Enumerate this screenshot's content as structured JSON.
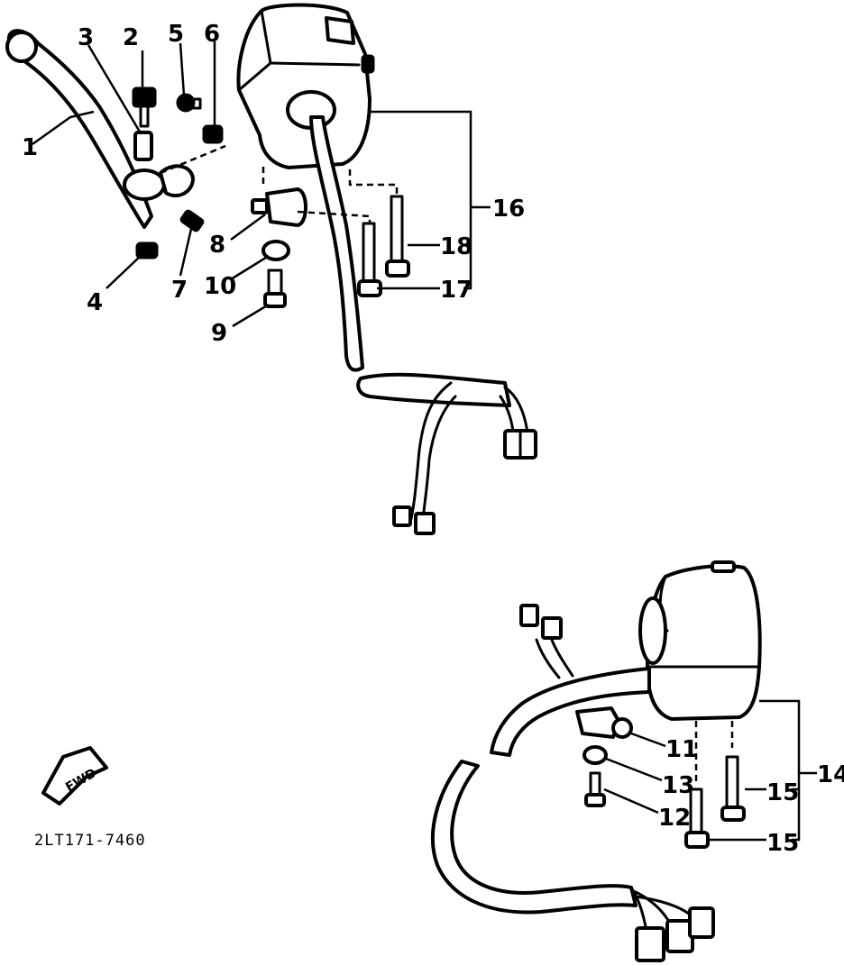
{
  "callouts": {
    "c1": "1",
    "c2": "2",
    "c3": "3",
    "c4": "4",
    "c5": "5",
    "c6": "6",
    "c7": "7",
    "c8": "8",
    "c9": "9",
    "c10": "10",
    "c11": "11",
    "c12": "12",
    "c13": "13",
    "c14": "14",
    "c15a": "15",
    "c15b": "15",
    "c16": "16",
    "c17": "17",
    "c18": "18"
  },
  "direction_label": "FWD",
  "diagram_code": "2LT171-7460"
}
